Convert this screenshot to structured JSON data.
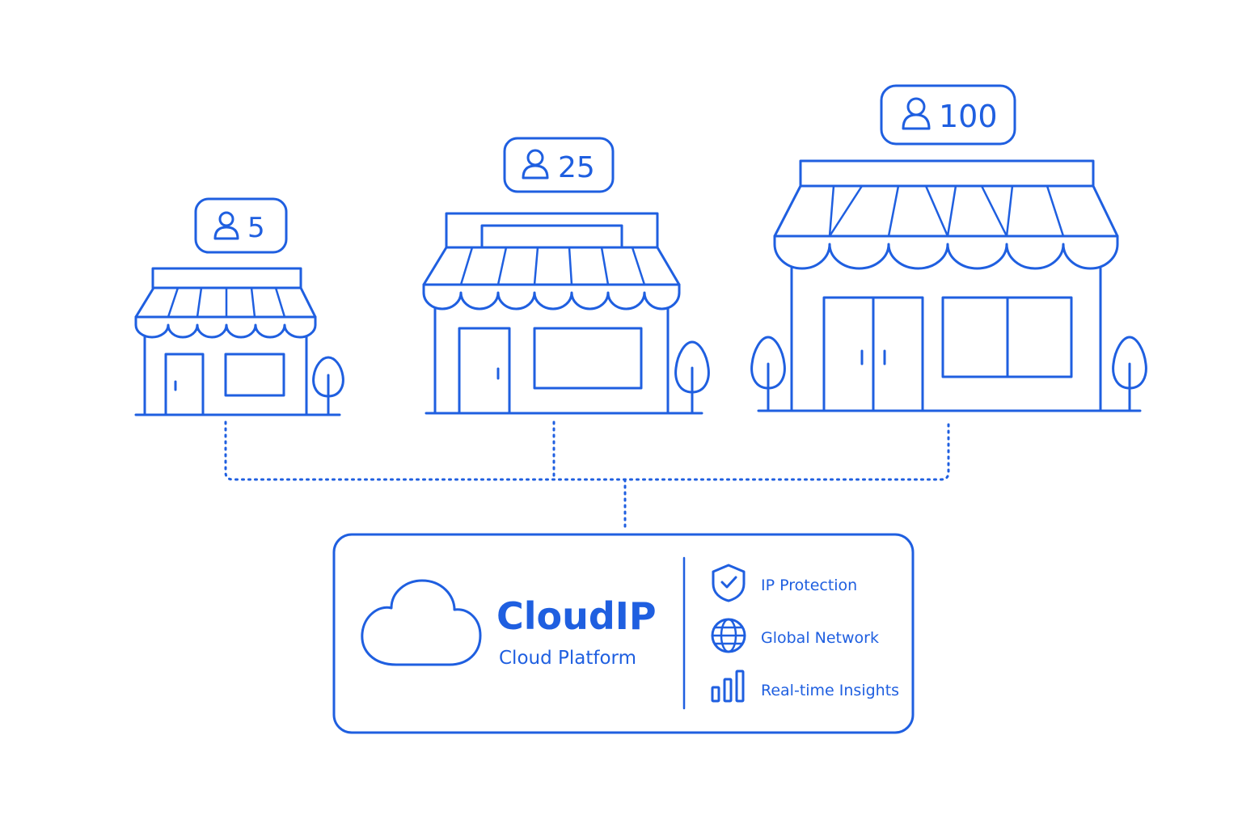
{
  "colors": {
    "accent": "#1f5fe0",
    "background": "#ffffff"
  },
  "stores": [
    {
      "size": "small",
      "user_count": "5",
      "icon": "user-icon"
    },
    {
      "size": "medium",
      "user_count": "25",
      "icon": "user-icon"
    },
    {
      "size": "large",
      "user_count": "100",
      "icon": "user-icon"
    }
  ],
  "platform": {
    "icon": "cloud-icon",
    "name": "CloudIP",
    "subtitle": "Cloud Platform",
    "features": [
      {
        "icon": "shield-check-icon",
        "label": "IP Protection"
      },
      {
        "icon": "globe-icon",
        "label": "Global Network"
      },
      {
        "icon": "bar-chart-icon",
        "label": "Real-time Insights"
      }
    ]
  }
}
